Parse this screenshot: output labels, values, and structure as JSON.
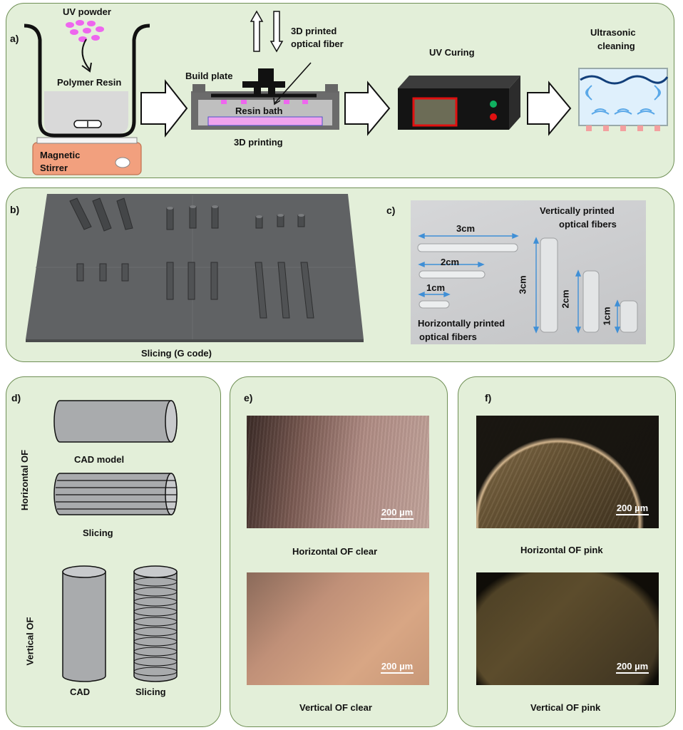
{
  "panel_a": {
    "label": "a)",
    "uv_powder": "UV powder",
    "polymer_resin": "Polymer Resin",
    "magnetic_stirrer_1": "Magnetic",
    "magnetic_stirrer_2": "Stirrer",
    "build_plate": "Build plate",
    "printed_fiber_1": "3D printed",
    "printed_fiber_2": "optical fiber",
    "resin_bath": "Resin bath",
    "printing": "3D printing",
    "uv_curing": "UV Curing",
    "ultrasonic_1": "Ultrasonic",
    "ultrasonic_2": "cleaning"
  },
  "panel_b": {
    "label": "b)",
    "caption": "Slicing (G code)"
  },
  "panel_c": {
    "label": "c)",
    "vertical_1": "Vertically printed",
    "vertical_2": "optical fibers",
    "horizontal_1": "Horizontally printed",
    "horizontal_2": "optical fibers",
    "len_3cm": "3cm",
    "len_2cm": "2cm",
    "len_1cm": "1cm"
  },
  "panel_d": {
    "label": "d)",
    "horizontal_of": "Horizontal OF",
    "vertical_of": "Vertical OF",
    "cad_model": "CAD model",
    "slicing": "Slicing",
    "cad": "CAD",
    "slicing2": "Slicing"
  },
  "panel_e": {
    "label": "e)",
    "top_caption": "Horizontal OF clear",
    "bottom_caption": "Vertical OF clear",
    "scale": "200 µm"
  },
  "panel_f": {
    "label": "f)",
    "top_caption": "Horizontal OF pink",
    "bottom_caption": "Vertical OF pink",
    "scale": "200 µm"
  },
  "colors": {
    "panel_bg": "#e3efd9",
    "panel_border": "#6f8f55",
    "pink_powder": "#ee66ee",
    "stirrer": "#f2a07e",
    "curing_frame": "#e01010",
    "slicer_bed": "#5e6062"
  }
}
